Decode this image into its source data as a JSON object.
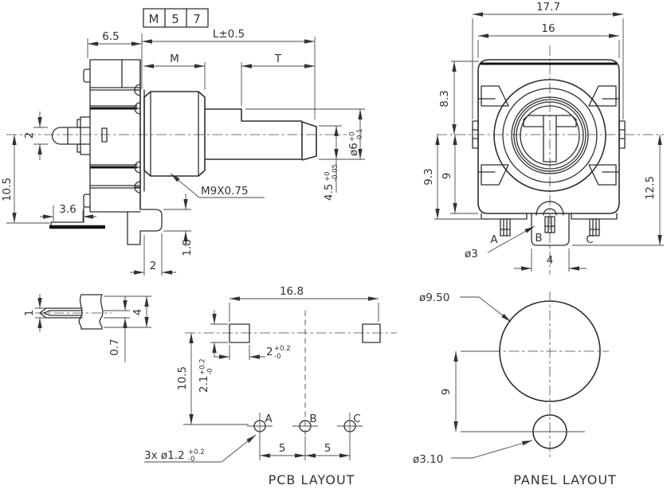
{
  "part_code": [
    "M",
    "5",
    "7"
  ],
  "side_view": {
    "dim_width_top": "6.5",
    "dim_length": "L±0.5",
    "dim_bushing": "M",
    "dim_shaft_t": "T",
    "dim_pin_height": "2",
    "dim_height": "10.5",
    "dim_foot": "3.6",
    "dim_tab_width": "2",
    "dim_tab_height": "1.8",
    "thread_label": "M9X0.75",
    "shaft_dia": {
      "val": "ø6",
      "sup": "+0",
      "sub": "-0.1"
    },
    "shaft_flat": {
      "val": "4.5",
      "sup": "+0",
      "sub": "-0.05"
    }
  },
  "front_view": {
    "dim_overall_width": "17.7",
    "dim_body_width": "16",
    "dim_top_to_center": "8.3",
    "dim_center_to_feet": "9.3",
    "dim_center_to_base": "9",
    "dim_center_to_tab": "12.5",
    "pin_labels": [
      "A",
      "B",
      "C"
    ],
    "dim_hole": "ø3",
    "dim_tab": "4"
  },
  "terminal_detail": {
    "dim_slot": "1",
    "dim_width": "4",
    "dim_thickness": "0.7"
  },
  "pcb_layout": {
    "title": "PCB LAYOUT",
    "dim_slot_span": "16.8",
    "slot_width": {
      "val": "2",
      "sup": "+0.2",
      "sub": "-0"
    },
    "slot_height": {
      "val": "2.1",
      "sup": "+0.2",
      "sub": "-0"
    },
    "dim_row_offset": "10.5",
    "hole_labels": [
      "A",
      "B",
      "C"
    ],
    "holes": {
      "val": "3x ø1.2",
      "sup": "+0.2",
      "sub": "-0"
    },
    "dim_pitch_ab": "5",
    "dim_pitch_bc": "5"
  },
  "panel_layout": {
    "title": "PANEL LAYOUT",
    "dim_main_hole": "ø9.50",
    "dim_offset": "9",
    "dim_index_hole": "ø3.10"
  }
}
